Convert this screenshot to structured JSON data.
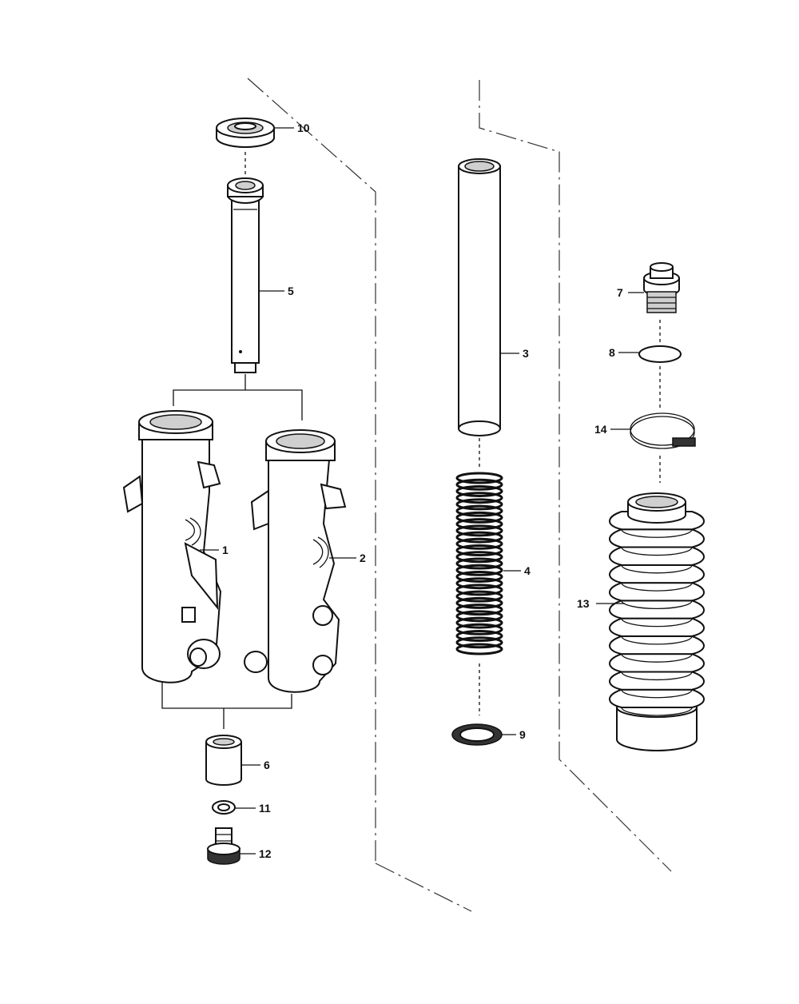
{
  "callouts": {
    "p1": "1",
    "p2": "2",
    "p3": "3",
    "p4": "4",
    "p5": "5",
    "p6": "6",
    "p7": "7",
    "p8": "8",
    "p9": "9",
    "p10": "10",
    "p11": "11",
    "p12": "12",
    "p13": "13",
    "p14": "14"
  }
}
